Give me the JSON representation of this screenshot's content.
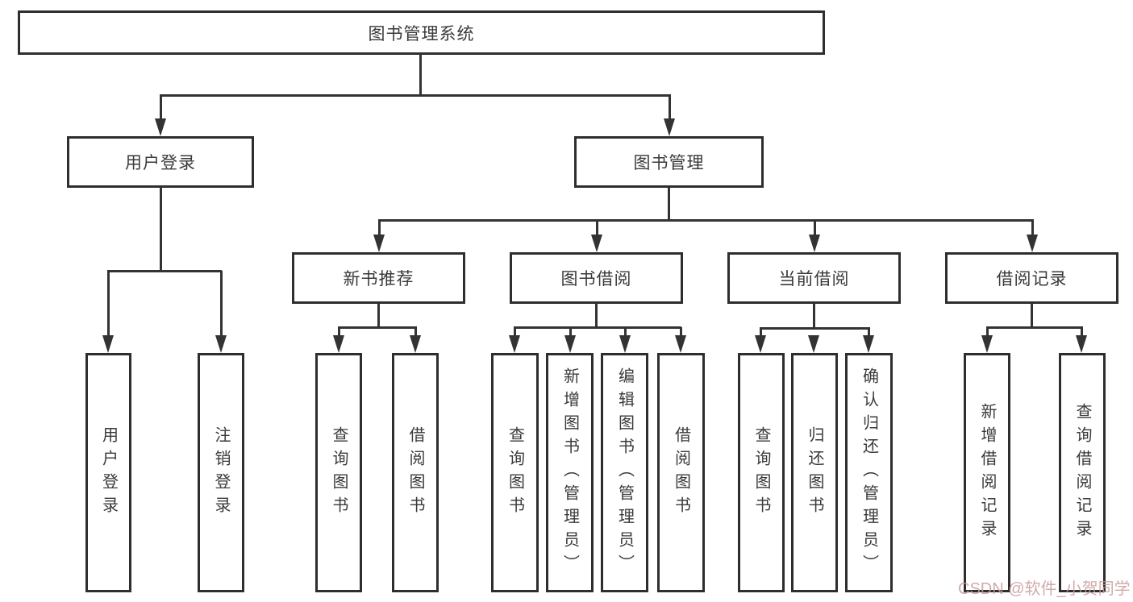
{
  "diagram_type": "hierarchy-tree",
  "colors": {
    "line": "#333333",
    "node_border": "#2e2e2e",
    "text": "#3a3a3a",
    "background": "#ffffff",
    "watermark": "#c89c9c"
  },
  "tree": {
    "label": "图书管理系统",
    "children": [
      {
        "label": "用户登录",
        "children": [
          {
            "label": "用户登录"
          },
          {
            "label": "注销登录"
          }
        ]
      },
      {
        "label": "图书管理",
        "children": [
          {
            "label": "新书推荐",
            "children": [
              {
                "label": "查询图书"
              },
              {
                "label": "借阅图书"
              }
            ]
          },
          {
            "label": "图书借阅",
            "children": [
              {
                "label": "查询图书"
              },
              {
                "label": "新增图书（管理员）"
              },
              {
                "label": "编辑图书（管理员）"
              },
              {
                "label": "借阅图书"
              }
            ]
          },
          {
            "label": "当前借阅",
            "children": [
              {
                "label": "查询图书"
              },
              {
                "label": "归还图书"
              },
              {
                "label": "确认归还（管理员）"
              }
            ]
          },
          {
            "label": "借阅记录",
            "children": [
              {
                "label": "新增借阅记录"
              },
              {
                "label": "查询借阅记录"
              }
            ]
          }
        ]
      }
    ]
  },
  "watermark": {
    "text": "CSDN @软件_小贺同学"
  }
}
